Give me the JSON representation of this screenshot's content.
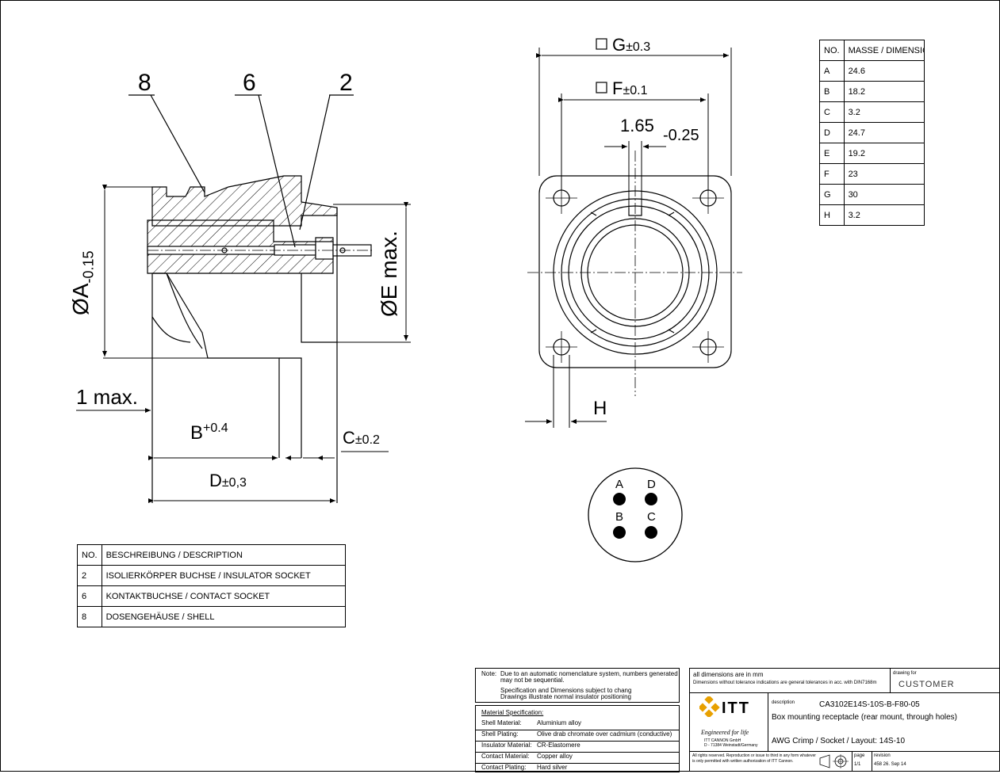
{
  "callouts": {
    "shell": "8",
    "contact": "6",
    "insulator": "2"
  },
  "dims": {
    "A": "ØA",
    "A_tol": "-0.15",
    "E": "ØE max.",
    "one_max": "1 max.",
    "B": "B",
    "B_tol": "+0.4",
    "C": "C",
    "C_tol": "±0.2",
    "D": "D",
    "D_tol": "±0,3",
    "G": "G",
    "G_tol": "±0.3",
    "F": "F",
    "F_tol": "±0.1",
    "key_width": "1.65",
    "key_tol": "-0.25",
    "H": "H"
  },
  "pins": [
    "A",
    "D",
    "B",
    "C"
  ],
  "dim_table": {
    "headers": [
      "NO.",
      "MASSE / DIMENSION"
    ],
    "rows": [
      [
        "A",
        "24.6"
      ],
      [
        "B",
        "18.2"
      ],
      [
        "C",
        "3.2"
      ],
      [
        "D",
        "24.7"
      ],
      [
        "E",
        "19.2"
      ],
      [
        "F",
        "23"
      ],
      [
        "G",
        "30"
      ],
      [
        "H",
        "3.2"
      ]
    ]
  },
  "parts_table": {
    "headers": [
      "NO.",
      "BESCHREIBUNG / DESCRIPTION"
    ],
    "rows": [
      [
        "2",
        "ISOLIERKÖRPER BUCHSE / INSULATOR SOCKET"
      ],
      [
        "6",
        "KONTAKTBUCHSE / CONTACT SOCKET"
      ],
      [
        "8",
        "DOSENGEHÄUSE / SHELL"
      ]
    ]
  },
  "note": {
    "label": "Note:",
    "line1": "Due to an automatic nomenclature system, numbers generated",
    "line2": "may not be sequential.",
    "line3": "Specification and Dimensions subject to chang",
    "line4": "Drawings illustrate normal insulator positioning"
  },
  "material": {
    "title": "Material Specification:",
    "rows": [
      [
        "Shell Material:",
        "Aluminium alloy"
      ],
      [
        "Shell Plating:",
        "Olive drab chromate over cadmium (conductive)"
      ],
      [
        "Insulator Material:",
        "CR-Elastomere"
      ],
      [
        "Contact Material:",
        "Copper alloy"
      ],
      [
        "Contact Plating:",
        "Hard silver"
      ]
    ]
  },
  "title_block": {
    "units": "all dimensions are in mm",
    "tolerance_note": "Dimensions without tolerance indications are general tolerances in acc. with DIN7168m",
    "drawing_for_label": "drawing for",
    "drawing_for": "CUSTOMER",
    "brand": "ITT",
    "tagline": "Engineered for life",
    "company1": "ITT CANNON GmbH",
    "company2": "D - 71384 Weinstadt/Germany",
    "description_label": "description",
    "part_number": "CA3102E14S-10S-B-F80-05",
    "description": "Box mounting receptacle (rear mount, through holes)",
    "layout": "AWG Crimp / Socket / Layout: 14S-10",
    "rights": "All rights reserved. Reproduction or issue to third in any form whatever is only permitted with written authorization of ITT Cannon.",
    "page_label": "page",
    "page": "1/1",
    "revision_label": "revision",
    "revision": "458 26. Sep 14"
  },
  "colors": {
    "line": "#000000",
    "brand_orange": "#e8a000"
  }
}
